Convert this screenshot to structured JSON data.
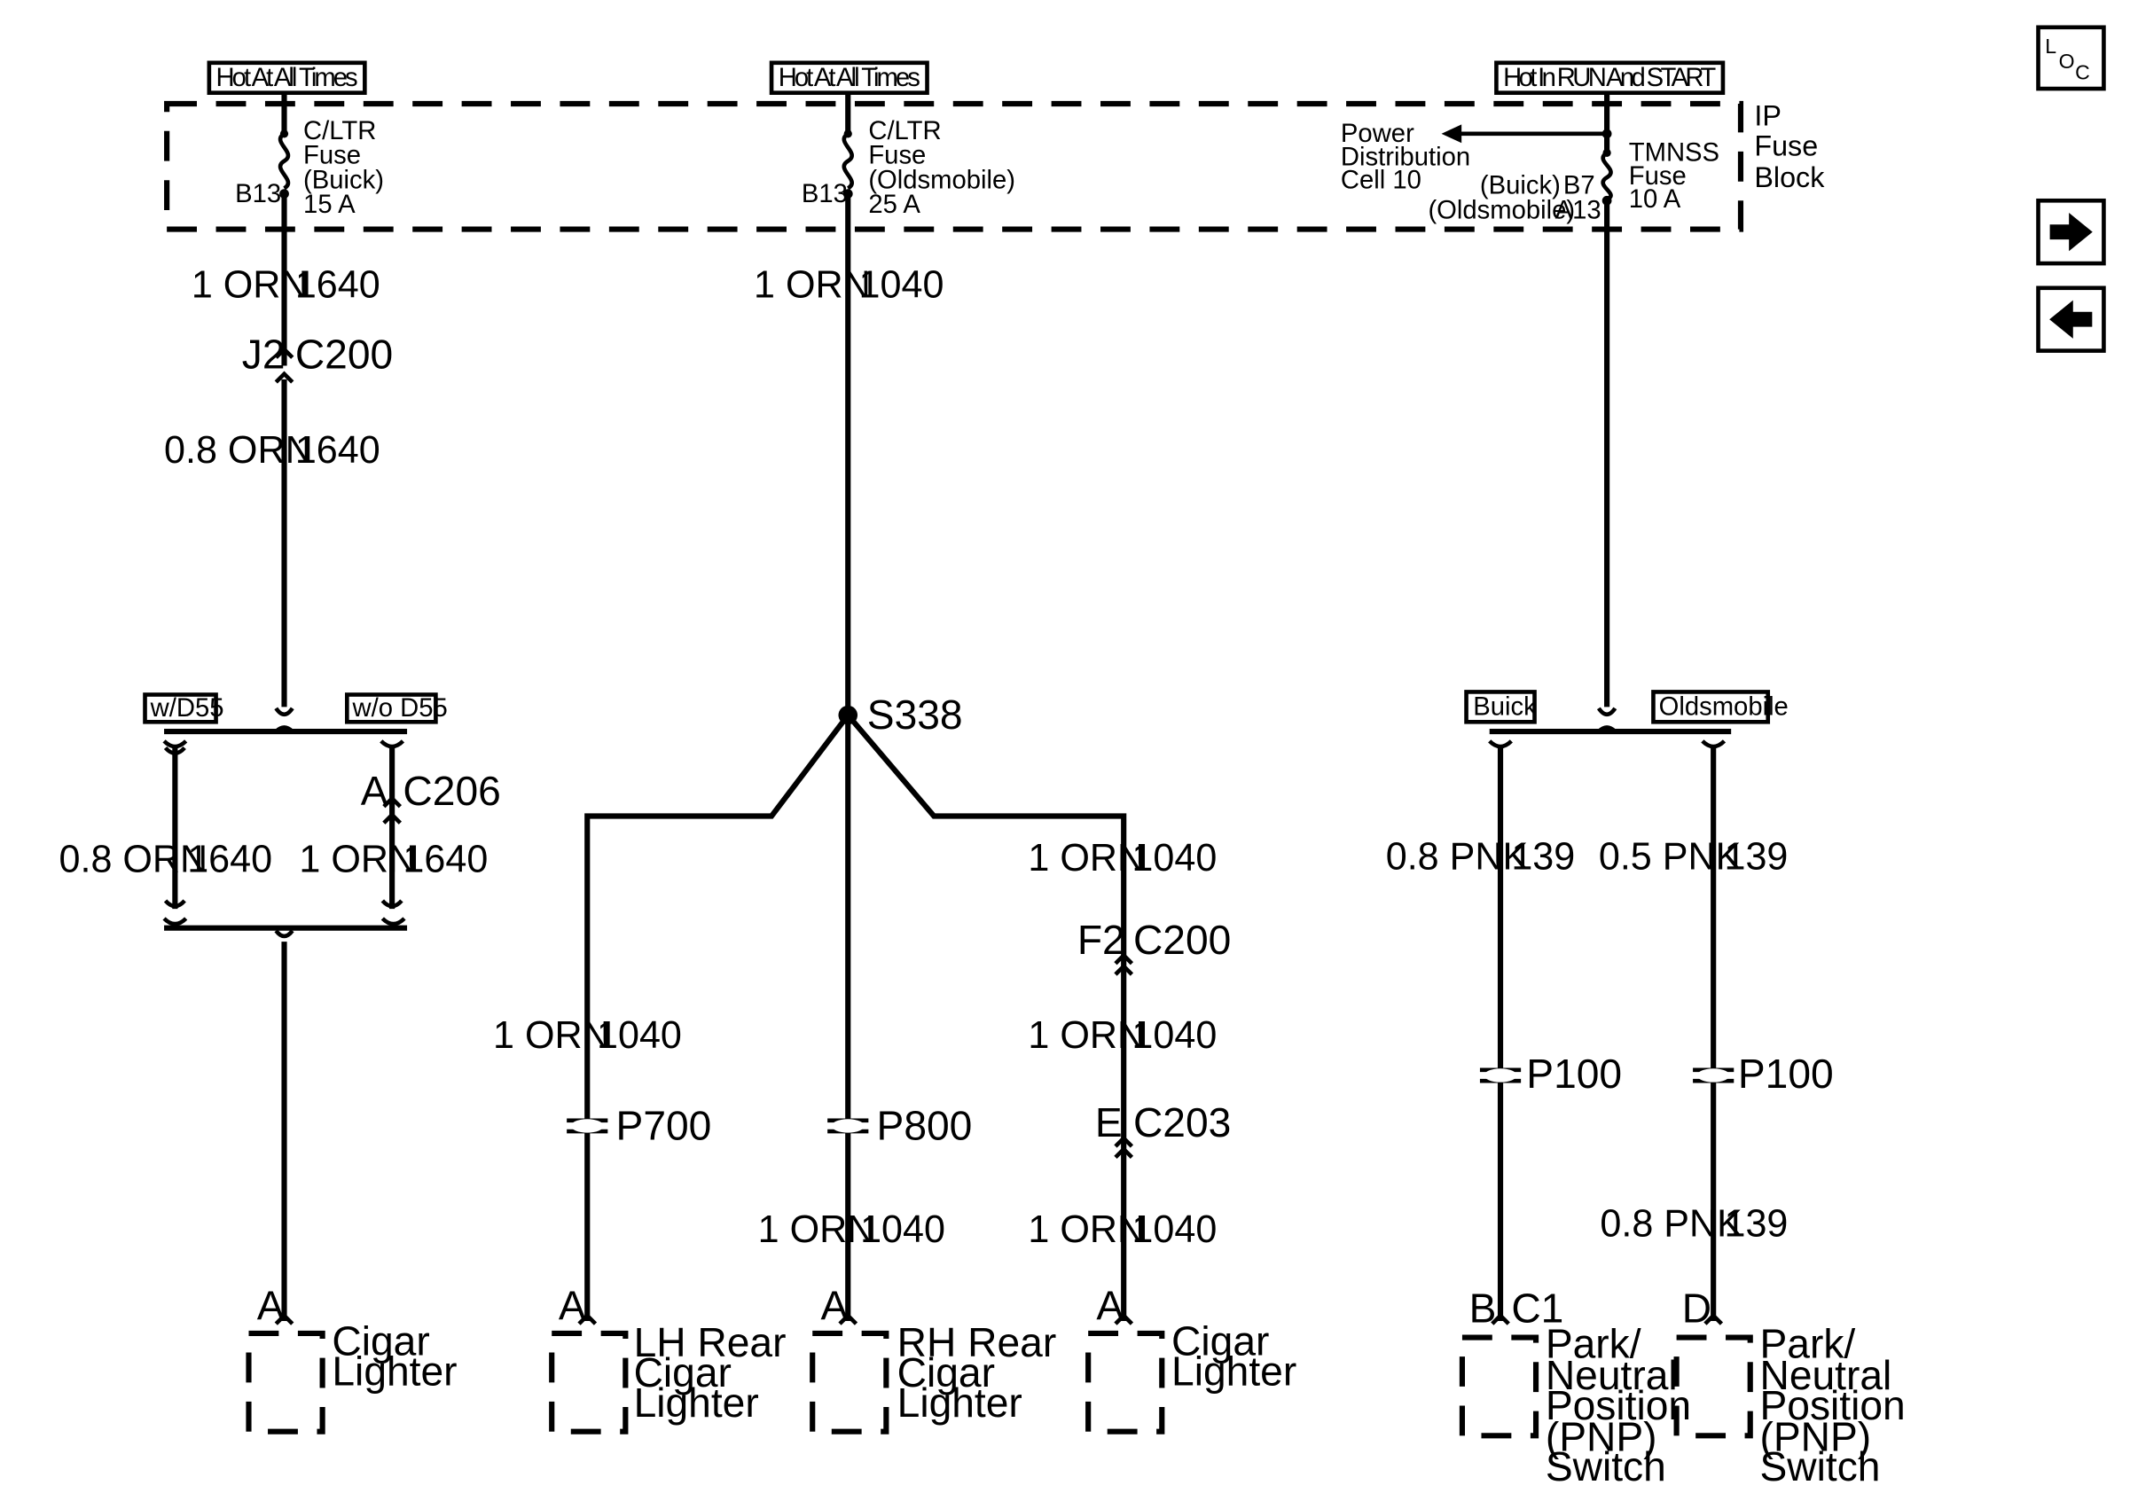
{
  "power_labels": {
    "left": "Hot At All Times",
    "middle": "Hot At All Times",
    "right": "Hot In RUN And START"
  },
  "fuse_block": {
    "line1": "IP",
    "line2": "Fuse",
    "line3": "Block"
  },
  "fuse_left": {
    "l1": "C/LTR",
    "l2": "Fuse",
    "l3": "(Buick)",
    "l4": "15 A",
    "pin": "B13"
  },
  "fuse_mid": {
    "l1": "C/LTR",
    "l2": "Fuse",
    "l3": "(Oldsmobile)",
    "l4": "25 A",
    "pin": "B13"
  },
  "fuse_right": {
    "l1": "TMNSS",
    "l2": "Fuse",
    "l3": "10 A",
    "pin_b": "B7",
    "pin_a": "A13",
    "buick": "(Buick)",
    "olds": "(Oldsmobile)"
  },
  "power_dist": {
    "l1": "Power",
    "l2": "Distribution",
    "l3": "Cell 10"
  },
  "wires": {
    "w1_color": "1 ORN",
    "w1_num": "1640",
    "w2_color": "0.8 ORN",
    "w2_num": "1640",
    "w3_color": "0.8 ORN",
    "w3_num": "1640",
    "w4_color": "1 ORN",
    "w4_num": "1640",
    "m1_color": "1 ORN",
    "m1_num": "1040",
    "lh_color": "1 ORN",
    "lh_num": "1040",
    "rh_color": "1 ORN",
    "rh_num": "1040",
    "r1_color": "1 ORN",
    "r1_num": "1040",
    "r2_color": "1 ORN",
    "r2_num": "1040",
    "r3_color": "1 ORN",
    "r3_num": "1040",
    "pb_color": "0.8 PNK",
    "pb_num": "139",
    "po_color": "0.5 PNK",
    "po_num": "139",
    "po2_color": "0.8 PNK",
    "po2_num": "139"
  },
  "connectors": {
    "j2": "J2",
    "c200a": "C200",
    "a206": "A",
    "c206": "C206",
    "f2": "F2",
    "c200b": "C200",
    "e": "E",
    "c203": "C203",
    "p700": "P700",
    "p800": "P800",
    "p100a": "P100",
    "p100b": "P100",
    "s338": "S338"
  },
  "option_labels": {
    "wd55": "w/D55",
    "wod55": "w/o D55",
    "buick": "Buick",
    "olds": "Oldsmobile"
  },
  "components": {
    "cig1": {
      "pin": "A",
      "l1": "Cigar",
      "l2": "Lighter"
    },
    "lh": {
      "pin": "A",
      "l1": "LH Rear",
      "l2": "Cigar",
      "l3": "Lighter"
    },
    "rh": {
      "pin": "A",
      "l1": "RH Rear",
      "l2": "Cigar",
      "l3": "Lighter"
    },
    "cig2": {
      "pin": "A",
      "l1": "Cigar",
      "l2": "Lighter"
    },
    "pnp1": {
      "pin": "B",
      "conn": "C1",
      "l1": "Park/",
      "l2": "Neutral",
      "l3": "Position",
      "l4": "(PNP)",
      "l5": "Switch"
    },
    "pnp2": {
      "pin": "D",
      "l1": "Park/",
      "l2": "Neutral",
      "l3": "Position",
      "l4": "(PNP)",
      "l5": "Switch"
    }
  },
  "nav": {
    "loc_l": "L",
    "loc_o": "O",
    "loc_c": "C",
    "next_icon": "right-arrow-icon",
    "prev_icon": "left-arrow-icon"
  }
}
